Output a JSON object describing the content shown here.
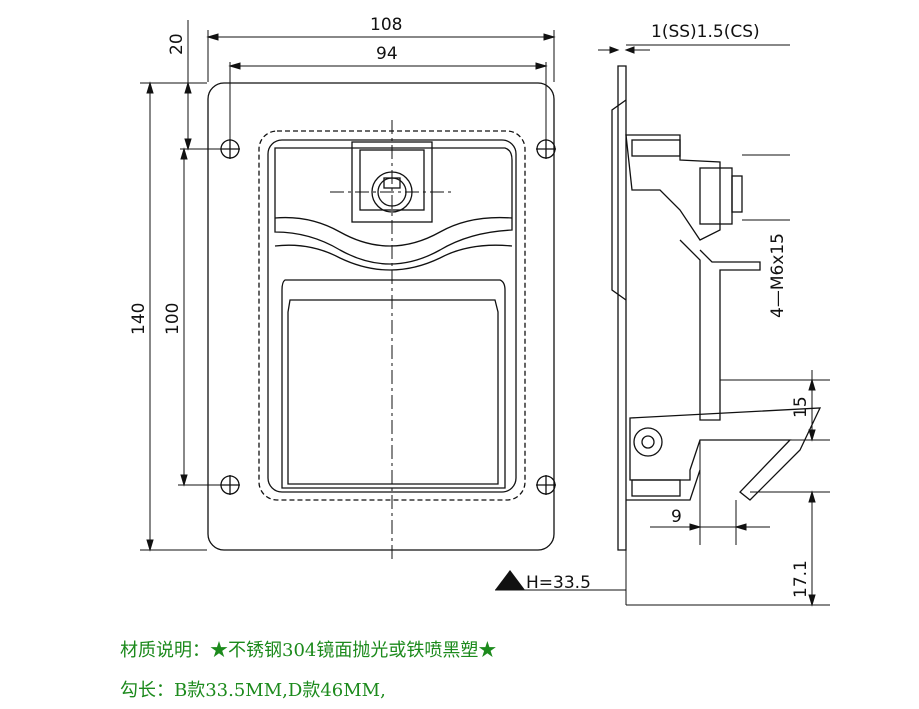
{
  "dimensions": {
    "width_outer": "108",
    "width_holes": "94",
    "top_offset": "20",
    "height_outer": "140",
    "height_holes": "100",
    "thickness": "1(SS)1.5(CS)",
    "screws": "4—M6x15",
    "hook_height": "15",
    "hook_offset": "9",
    "bottom_height": "17.1",
    "depth_label": "H=33.5"
  },
  "captions": {
    "material": "材质说明：★不锈钢304镜面抛光或铁喷黑塑★",
    "hook_length": "勾长：B款33.5MM,D款46MM,"
  },
  "colors": {
    "caption_text": "#1c8a1c",
    "line": "#111111"
  }
}
